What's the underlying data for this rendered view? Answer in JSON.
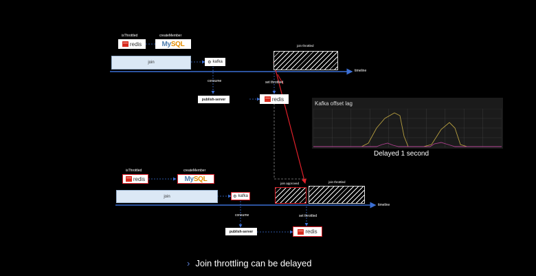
{
  "top": {
    "is_throttled": "isThrottled",
    "create_member": "createMember",
    "redis": "redis",
    "mysql_prefix": "My",
    "mysql_suffix": "SQL",
    "join": "join",
    "kafka": "kafka",
    "join_throttled": "join throttled",
    "timeline": "timeline",
    "set_throttled": "set throttled",
    "consume": "consume",
    "publish_server": "publish-server",
    "redis2": "redis"
  },
  "chart": {
    "title": "Kafka offset lag",
    "caption": "Delayed 1 second",
    "colors": {
      "series_a": "#b8a040",
      "series_b": "#b04090",
      "grid": "#3a3a3a"
    }
  },
  "bottom": {
    "is_throttled": "isThrottled",
    "create_member": "createMember",
    "redis": "redis",
    "mysql_prefix": "My",
    "mysql_suffix": "SQL",
    "join": "join",
    "kafka": "kafka",
    "join_approved": "join approved",
    "join_throttled": "join throttled",
    "timeline": "timeline",
    "set_throttled": "set throttled",
    "consume": "consume",
    "publish_server": "publish-server",
    "redis2": "redis"
  },
  "caption": {
    "bullet": "›",
    "text": "Join throttling can be delayed"
  }
}
